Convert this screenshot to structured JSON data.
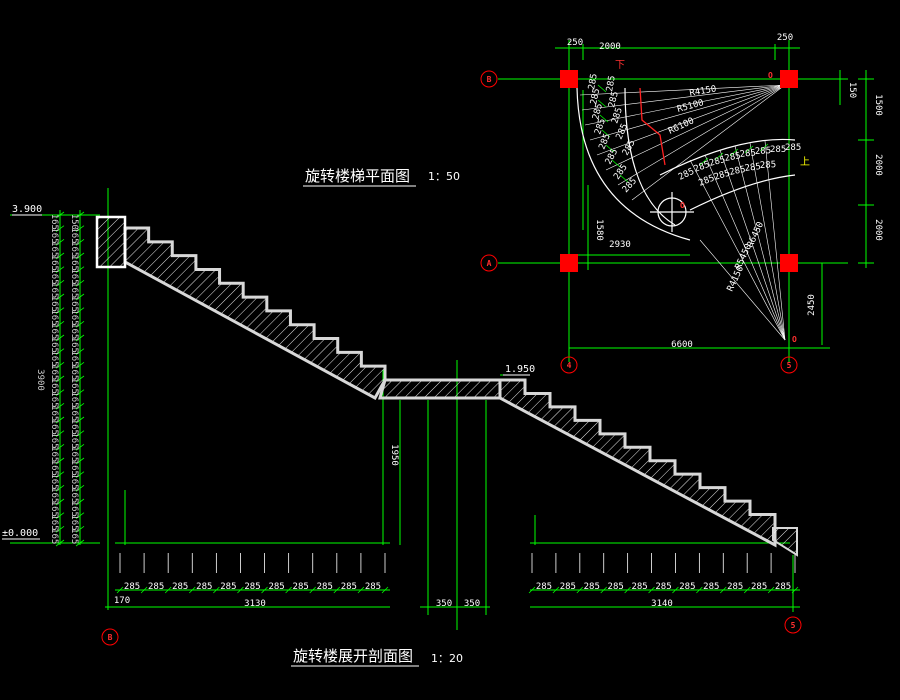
{
  "plan": {
    "title": "旋转楼梯平面图",
    "scale": "1：50",
    "axes": {
      "B": "B",
      "A": "A",
      "n4": "4",
      "n5": "5"
    },
    "dims": {
      "top_left": "250",
      "top_span": "2000",
      "top_right": "250",
      "right_top": "150",
      "right_a": "1500",
      "right_b": "2000",
      "right_c": "2000",
      "left_1580": "1580",
      "mid_2930": "2930",
      "lower_2450": "2450",
      "bottom_6600": "6600"
    },
    "radii": [
      "R4150",
      "R5100",
      "R6100",
      "R6450",
      "R5450",
      "R4150"
    ],
    "tread": "285",
    "up_mark": "上",
    "down_mark": "下",
    "point_labels": {
      "o1": "O",
      "o2": "O",
      "o3": "O"
    }
  },
  "section": {
    "title": "旋转楼展开剖面图",
    "scale": "1：20",
    "levels": {
      "top": "3.900",
      "mid": "1.950",
      "base": "±0.000"
    },
    "riser": "165",
    "riser_top": "150",
    "total_height": "3900",
    "landing_height": "1950",
    "tread": "285",
    "bottom_dims": {
      "left_offset": "170",
      "left_run": "3130",
      "landing_a": "350",
      "landing_b": "350",
      "right_run": "3140"
    },
    "axes": {
      "left": "B",
      "right": "5"
    }
  },
  "colors": {
    "background": "#000000",
    "dim_line": "#00ff00",
    "outline": "#ffffff",
    "column": "#ff0000",
    "axis": "#ff0000",
    "hatch": "#ffffff"
  }
}
